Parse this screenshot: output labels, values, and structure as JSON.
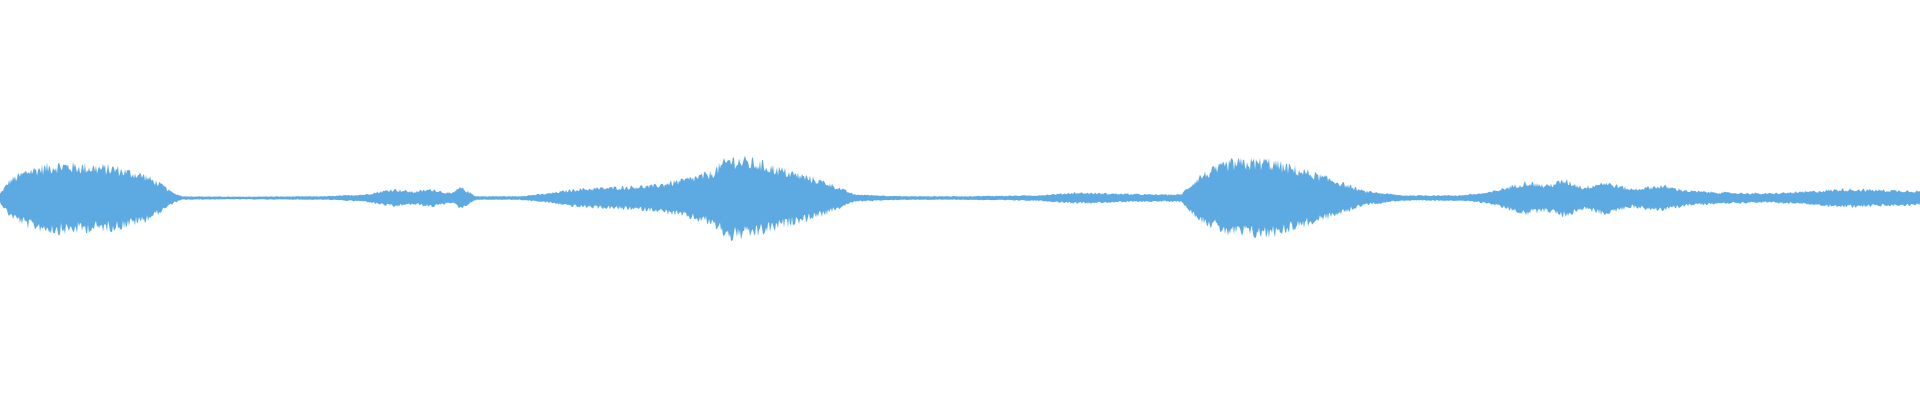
{
  "waveform": {
    "color": "#5DA9E1",
    "background": "#FFFFFF",
    "amplitude_envelope": [
      [
        0.0,
        0.05
      ],
      [
        0.005,
        0.2
      ],
      [
        0.015,
        0.32
      ],
      [
        0.03,
        0.38
      ],
      [
        0.045,
        0.36
      ],
      [
        0.06,
        0.34
      ],
      [
        0.075,
        0.26
      ],
      [
        0.085,
        0.14
      ],
      [
        0.09,
        0.06
      ],
      [
        0.095,
        0.02
      ],
      [
        0.12,
        0.015
      ],
      [
        0.17,
        0.02
      ],
      [
        0.19,
        0.04
      ],
      [
        0.205,
        0.1
      ],
      [
        0.215,
        0.07
      ],
      [
        0.225,
        0.1
      ],
      [
        0.235,
        0.05
      ],
      [
        0.24,
        0.12
      ],
      [
        0.248,
        0.02
      ],
      [
        0.27,
        0.02
      ],
      [
        0.285,
        0.05
      ],
      [
        0.3,
        0.1
      ],
      [
        0.32,
        0.12
      ],
      [
        0.34,
        0.14
      ],
      [
        0.355,
        0.2
      ],
      [
        0.37,
        0.28
      ],
      [
        0.38,
        0.45
      ],
      [
        0.395,
        0.4
      ],
      [
        0.41,
        0.3
      ],
      [
        0.43,
        0.18
      ],
      [
        0.445,
        0.04
      ],
      [
        0.47,
        0.02
      ],
      [
        0.5,
        0.02
      ],
      [
        0.54,
        0.03
      ],
      [
        0.56,
        0.06
      ],
      [
        0.6,
        0.04
      ],
      [
        0.615,
        0.04
      ],
      [
        0.625,
        0.25
      ],
      [
        0.64,
        0.4
      ],
      [
        0.66,
        0.42
      ],
      [
        0.68,
        0.3
      ],
      [
        0.695,
        0.2
      ],
      [
        0.71,
        0.08
      ],
      [
        0.73,
        0.03
      ],
      [
        0.76,
        0.03
      ],
      [
        0.775,
        0.06
      ],
      [
        0.785,
        0.12
      ],
      [
        0.795,
        0.18
      ],
      [
        0.805,
        0.14
      ],
      [
        0.815,
        0.2
      ],
      [
        0.825,
        0.12
      ],
      [
        0.835,
        0.18
      ],
      [
        0.85,
        0.1
      ],
      [
        0.865,
        0.14
      ],
      [
        0.88,
        0.08
      ],
      [
        0.9,
        0.06
      ],
      [
        0.92,
        0.05
      ],
      [
        0.94,
        0.07
      ],
      [
        0.96,
        0.1
      ],
      [
        0.98,
        0.09
      ],
      [
        1.0,
        0.08
      ]
    ]
  }
}
